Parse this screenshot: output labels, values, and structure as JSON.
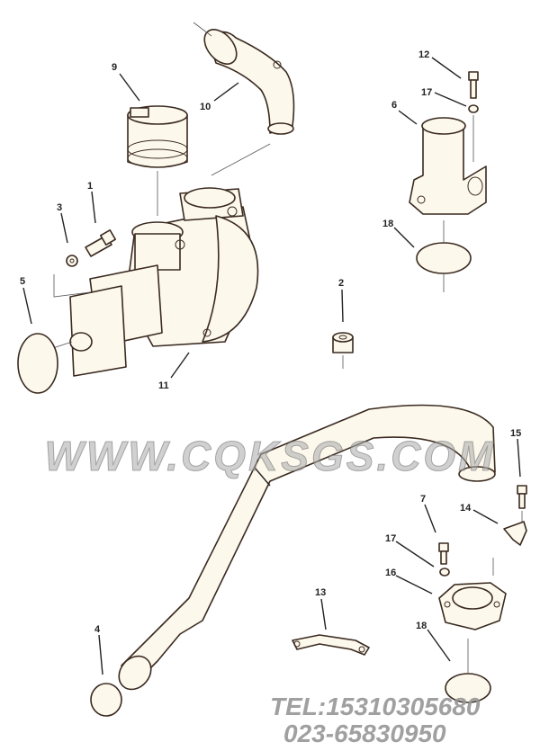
{
  "diagram": {
    "labels": [
      "1",
      "2",
      "3",
      "4",
      "5",
      "6",
      "7",
      "9",
      "10",
      "11",
      "12",
      "13",
      "14",
      "15",
      "16",
      "17",
      "17",
      "18",
      "18"
    ]
  },
  "watermark": {
    "site": "WWW.CQKSGS.COM",
    "tel": "TEL:15310305680",
    "phone": "023-65830950"
  }
}
